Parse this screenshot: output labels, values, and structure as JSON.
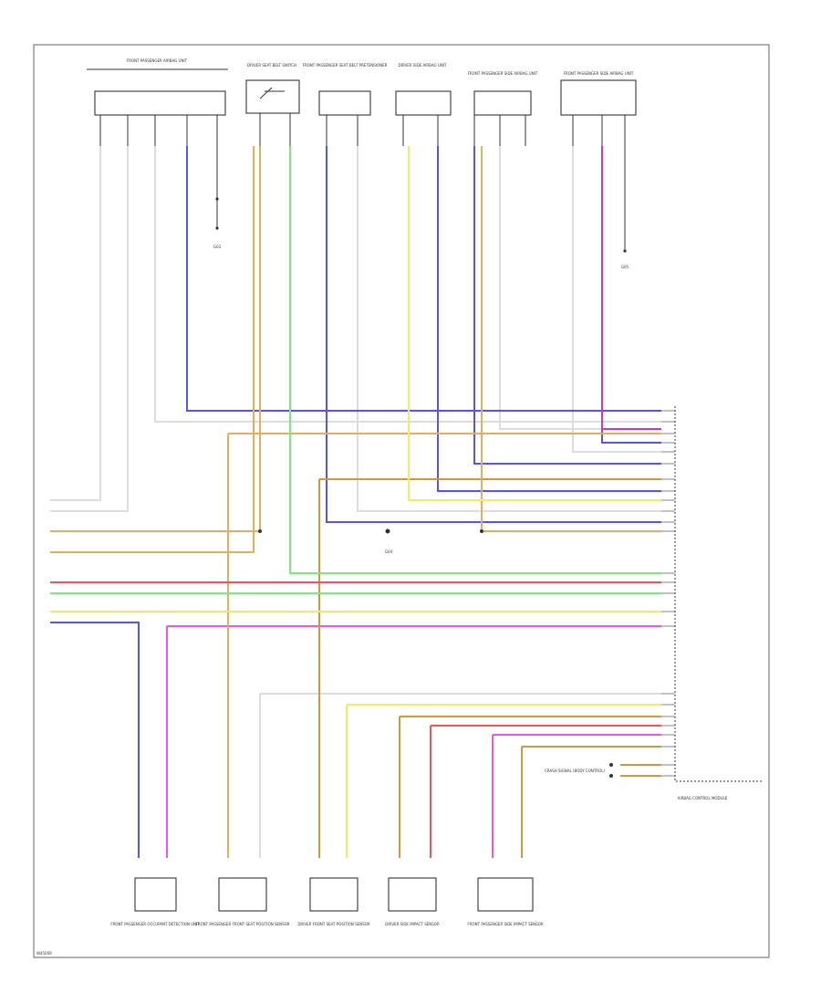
{
  "figure_code": "W45009",
  "module_label": "AIRBAG CONTROL MODULE",
  "ground_labels": [
    "G03",
    "G04",
    "G05"
  ],
  "crash_sensor_label": "CRASH SIGNAL (BODY CONTROL)",
  "top_components": [
    {
      "name": "FRONT PASSENGER AIRBAG UNIT"
    },
    {
      "name": "DRIVER SEAT BELT SWITCH"
    },
    {
      "name": "FRONT PASSENGER SEAT BELT PRETENSIONER"
    },
    {
      "name": "DRIVER SIDE AIRBAG UNIT"
    },
    {
      "name": "FRONT PASSENGER SIDE AIRBAG UNIT"
    },
    {
      "name": "FRONT PASSENGER SIDE AIRBAG UNIT"
    }
  ],
  "bottom_components": [
    {
      "name": "FRONT PASSENGER OCCUPANT DETECTION UNIT"
    },
    {
      "name": "FRONT PASSENGER FRONT SEAT POSITION SENSOR"
    },
    {
      "name": "DRIVER FRONT SEAT POSITION SENSOR"
    },
    {
      "name": "DRIVER SIDE IMPACT SENSOR"
    },
    {
      "name": "FRONT PASSENGER SIDE IMPACT SENSOR"
    }
  ]
}
